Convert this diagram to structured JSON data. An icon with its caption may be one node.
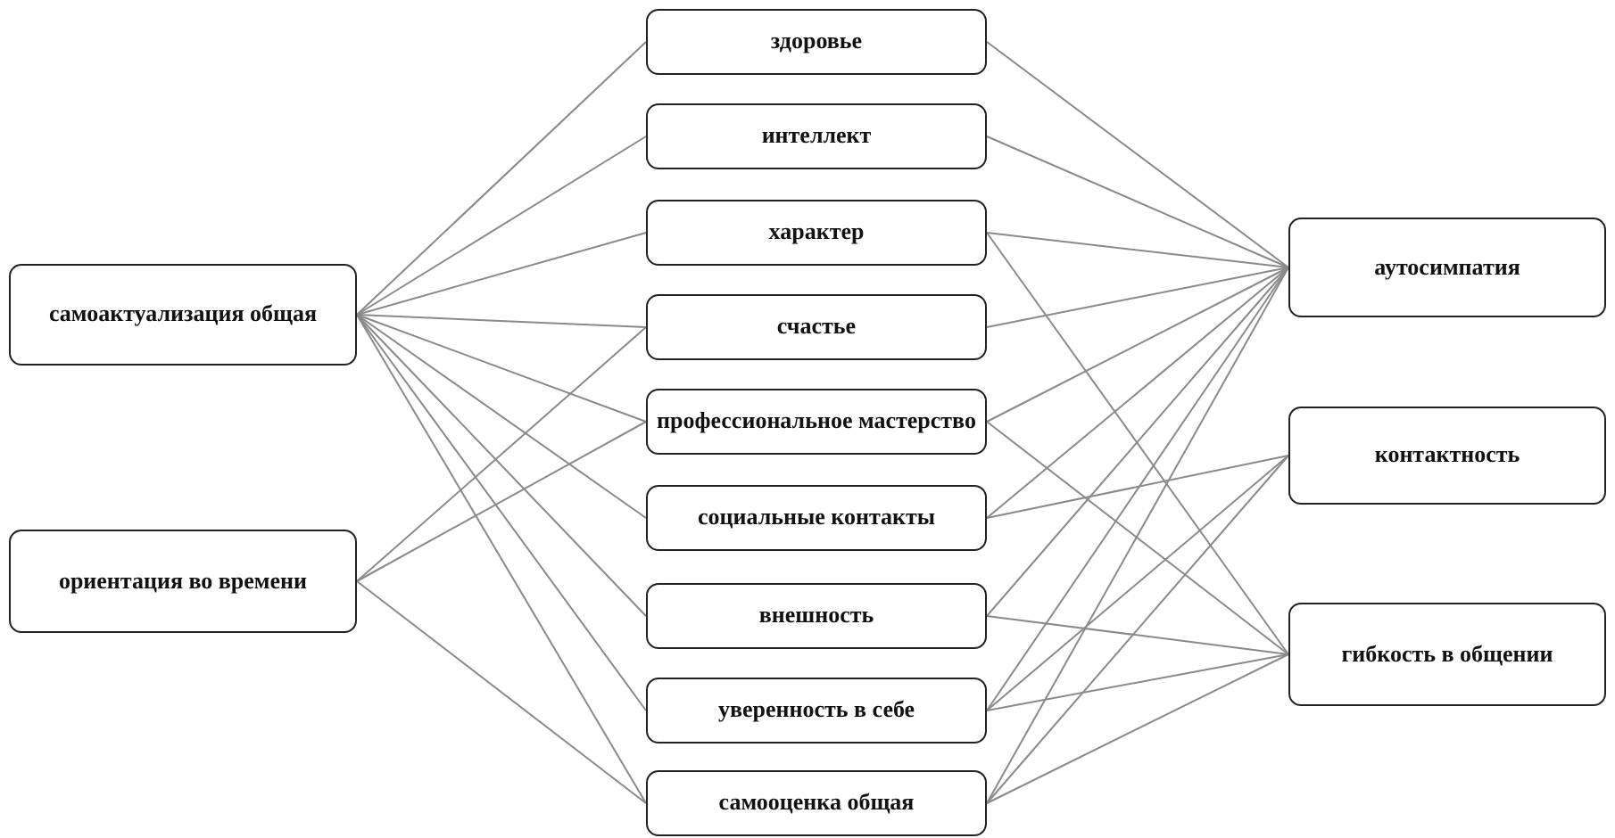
{
  "diagram": {
    "nodes": [
      {
        "text": [
          "самоактуализация общая"
        ]
      },
      {
        "text": [
          "ориентация во времени"
        ]
      },
      {
        "text": [
          "здоровье"
        ]
      },
      {
        "text": [
          "интеллект"
        ]
      },
      {
        "text": [
          "характер"
        ]
      },
      {
        "text": [
          "счастье"
        ]
      },
      {
        "text": [
          "профессиональное мастерство"
        ]
      },
      {
        "text": [
          "социальные контакты"
        ]
      },
      {
        "text": [
          "внешность"
        ]
      },
      {
        "text": [
          "уверенность в себе"
        ]
      },
      {
        "text": [
          "самооценка общая"
        ]
      },
      {
        "text": [
          "аутосимпатия"
        ]
      },
      {
        "text": [
          "контактность"
        ]
      },
      {
        "text": [
          "гибкость в общении"
        ]
      }
    ],
    "edges": [
      {
        "from": 0,
        "to": 2,
        "arrow": "none"
      },
      {
        "from": 0,
        "to": 3,
        "arrow": "none"
      },
      {
        "from": 0,
        "to": 4,
        "arrow": "none"
      },
      {
        "from": 0,
        "to": 5,
        "arrow": "none"
      },
      {
        "from": 0,
        "to": 6,
        "arrow": "none"
      },
      {
        "from": 0,
        "to": 7,
        "arrow": "none"
      },
      {
        "from": 0,
        "to": 8,
        "arrow": "none"
      },
      {
        "from": 0,
        "to": 9,
        "arrow": "none"
      },
      {
        "from": 0,
        "to": 10,
        "arrow": "none"
      },
      {
        "from": 1,
        "to": 5,
        "arrow": "none"
      },
      {
        "from": 1,
        "to": 6,
        "arrow": "none"
      },
      {
        "from": 1,
        "to": 10,
        "arrow": "none"
      },
      {
        "from": 2,
        "to": 11,
        "arrow": "none"
      },
      {
        "from": 3,
        "to": 11,
        "arrow": "none"
      },
      {
        "from": 4,
        "to": 11,
        "arrow": "none"
      },
      {
        "from": 5,
        "to": 11,
        "arrow": "none"
      },
      {
        "from": 6,
        "to": 11,
        "arrow": "none"
      },
      {
        "from": 7,
        "to": 11,
        "arrow": "none"
      },
      {
        "from": 8,
        "to": 11,
        "arrow": "none"
      },
      {
        "from": 9,
        "to": 11,
        "arrow": "none"
      },
      {
        "from": 10,
        "to": 11,
        "arrow": "none"
      },
      {
        "from": 7,
        "to": 12,
        "arrow": "none"
      },
      {
        "from": 9,
        "to": 12,
        "arrow": "none"
      },
      {
        "from": 10,
        "to": 12,
        "arrow": "none"
      },
      {
        "from": 4,
        "to": 13,
        "arrow": "none"
      },
      {
        "from": 6,
        "to": 13,
        "arrow": "none"
      },
      {
        "from": 8,
        "to": 13,
        "arrow": "none"
      },
      {
        "from": 9,
        "to": 13,
        "arrow": "none"
      },
      {
        "from": 10,
        "to": 13,
        "arrow": "none"
      }
    ]
  }
}
